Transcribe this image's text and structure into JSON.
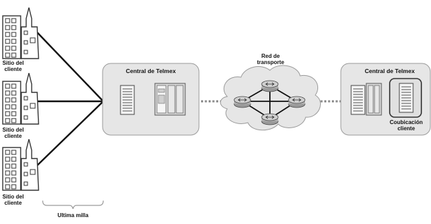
{
  "sites": [
    {
      "label_line1": "Sitio del",
      "label_line2": "cliente"
    },
    {
      "label_line1": "Sitio del",
      "label_line2": "cliente"
    },
    {
      "label_line1": "Sitio del",
      "label_line2": "cliente"
    }
  ],
  "last_mile_label": "Ultima milla",
  "central_left_title": "Central de Telmex",
  "central_right_title": "Central de Telmex",
  "transport_label_line1": "Red de",
  "transport_label_line2": "transporte",
  "colocation_label_line1": "Coubicación",
  "colocation_label_line2": "cliente",
  "icons": [
    "building-icon",
    "server-rack-icon",
    "router-icon",
    "cloud-icon"
  ],
  "colors": {
    "box_fill": "#e6e6e6",
    "box_stroke": "#9a9a9a",
    "link_line": "#111111",
    "dotted_link": "#8a8a8a"
  }
}
